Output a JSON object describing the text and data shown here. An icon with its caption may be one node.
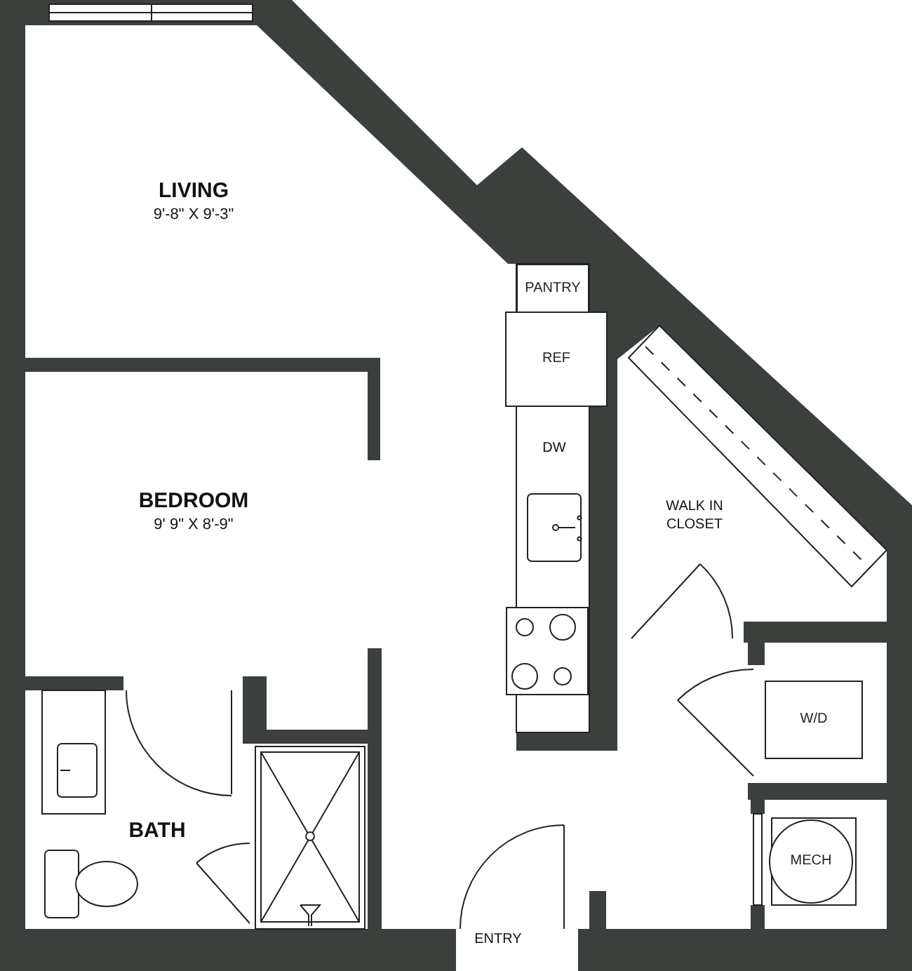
{
  "diagram": {
    "nodes": [
      {
        "text": [
          "PANTRY"
        ]
      },
      {
        "text": [
          "REF"
        ]
      },
      {
        "text": [
          "W/D"
        ]
      },
      {
        "text": [
          "MECH"
        ]
      }
    ],
    "labels": [
      "LIVING",
      "9'-8\" X 9'-3\"",
      "DW",
      "BEDROOM",
      "9' 9\" X 8'-9\"",
      "WALK IN CLOSET",
      "BATH",
      "ENTRY"
    ]
  }
}
